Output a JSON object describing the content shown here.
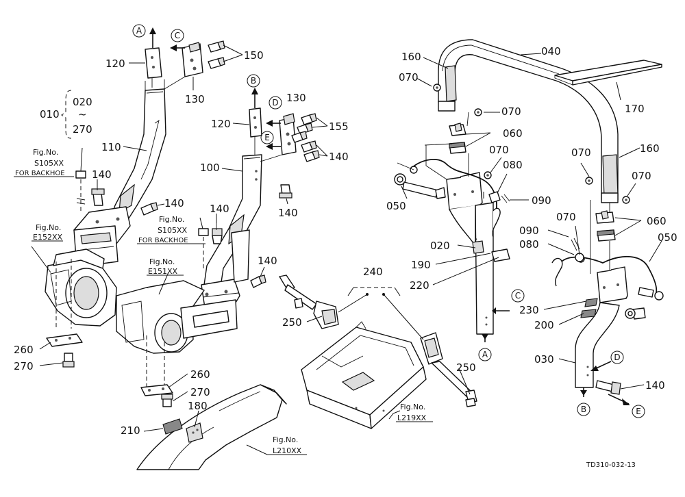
{
  "parts": {
    "p010": "010",
    "p020a": "020",
    "tilde": "~",
    "p270a": "270",
    "p110": "110",
    "p120a": "120",
    "p130a": "130",
    "p150": "150",
    "p120b": "120",
    "p130b": "130",
    "p155": "155",
    "p140a": "140",
    "p100": "100",
    "p140b": "140",
    "p140c": "140",
    "p140d": "140",
    "p140e": "140",
    "p140f": "140",
    "p260a": "260",
    "p270b": "270",
    "p260b": "260",
    "p270c": "270",
    "p210": "210",
    "p180": "180",
    "p240": "240",
    "p250a": "250",
    "p250b": "250",
    "p160a": "160",
    "p040": "040",
    "p070a": "070",
    "p070b": "070",
    "p060a": "060",
    "p070c": "070",
    "p080a": "080",
    "p090a": "090",
    "p050a": "050",
    "p170": "170",
    "p160b": "160",
    "p070d": "070",
    "p070e": "070",
    "p060b": "060",
    "p070f": "070",
    "p090b": "090",
    "p080b": "080",
    "p050b": "050",
    "p020b": "020",
    "p190": "190",
    "p220": "220",
    "p230": "230",
    "p200": "200",
    "p030": "030",
    "p140g": "140"
  },
  "callouts": {
    "a1": "A",
    "c1": "C",
    "b1": "B",
    "d1": "D",
    "e1": "E",
    "a2": "A",
    "c2": "C",
    "d2": "D",
    "b2": "B",
    "e2": "E"
  },
  "fig_refs": {
    "fig_no": "Fig.No.",
    "s105_a": "S105XX",
    "for_backhoe_a": "FOR BACKHOE",
    "e152": "E152XX",
    "s105_b": "S105XX",
    "for_backhoe_b": "FOR BACKHOE",
    "e151": "E151XX",
    "l219": "L219XX",
    "l210": "L210XX"
  },
  "drawing_code": "TD310-032-13"
}
